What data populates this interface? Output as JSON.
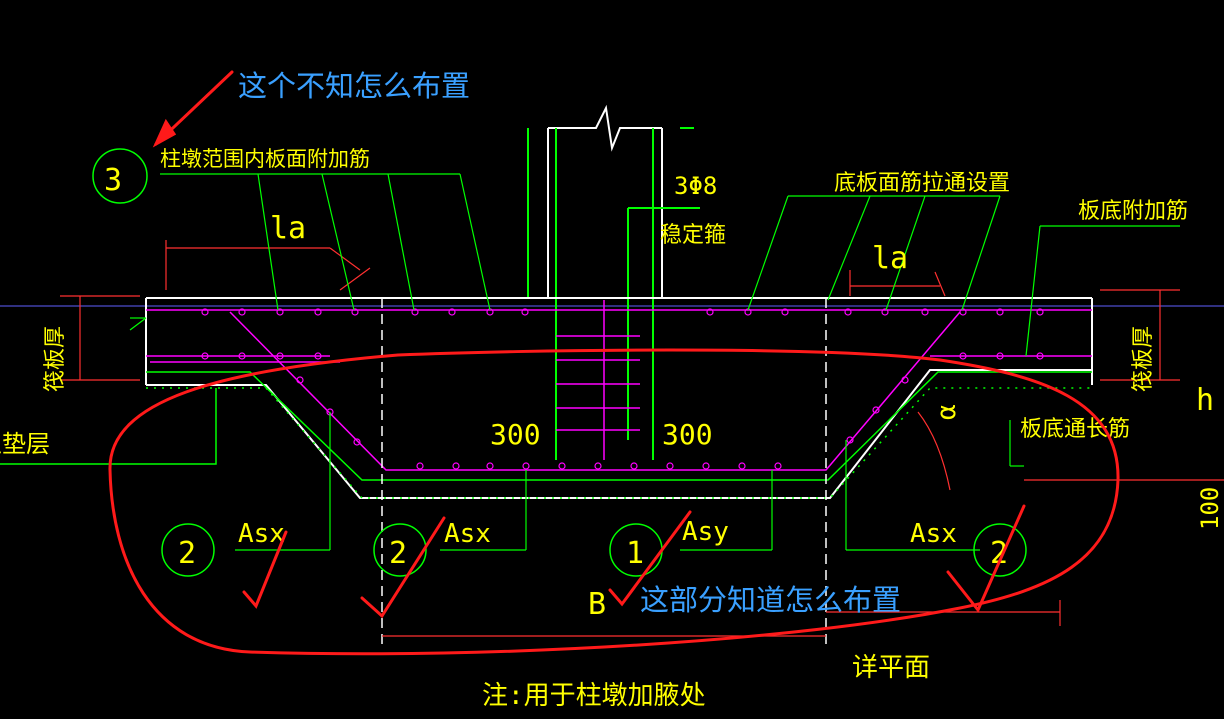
{
  "annotations": {
    "question": "这个不知怎么布置",
    "answer": "这部分知道怎么布置"
  },
  "labels": {
    "pier_addl_top_bars": "柱墩范围内板面附加筋",
    "stirrups_count": "3Φ8",
    "stirrups_name": "稳定箍",
    "bottom_top_through": "底板面筋拉通设置",
    "slab_bottom_addl": "板底附加筋",
    "la_left": "la",
    "la_right": "la",
    "raft_thickness_left": "筏板厚",
    "raft_thickness_right": "筏板厚",
    "cushion": "土垫层",
    "dim_300_left": "300",
    "dim_300_right": "300",
    "slab_bottom_long": "板底通长筋",
    "alpha": "α",
    "asx_1": "Asx",
    "asx_2": "Asx",
    "asy": "Asy",
    "asx_3": "Asx",
    "dim_b": "B",
    "plan_detail": "详平面",
    "note": "注:用于柱墩加腋处",
    "right_h": "h",
    "right_100": "100"
  },
  "markers": {
    "m3": "3",
    "m2a": "2",
    "m2b": "2",
    "m1": "1",
    "m2c": "2"
  },
  "colors": {
    "background": "#000000",
    "annotation_red": "#ff1a1a",
    "annotation_blue": "#3aa0ff",
    "cad_yellow": "#ffff00",
    "cad_green": "#00ff00",
    "cad_magenta": "#ff00ff",
    "cad_white": "#ffffff",
    "cad_red": "#ff3030"
  }
}
